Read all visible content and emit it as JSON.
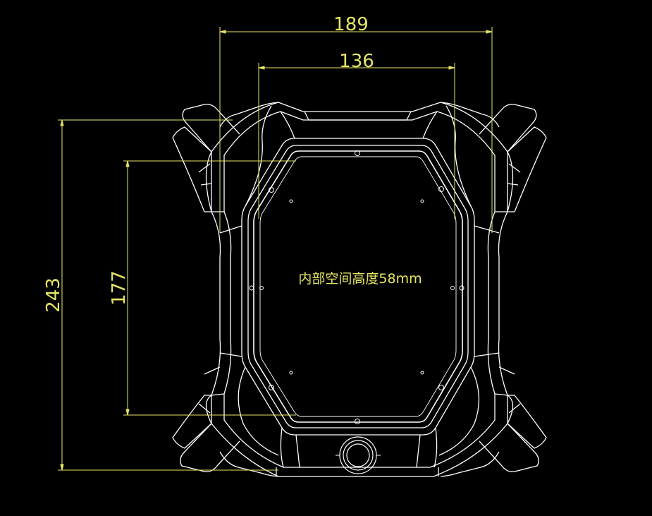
{
  "drawing": {
    "background_color": "#000000",
    "outline_color": "#ffffff",
    "dimension_color": "#e6e663",
    "note_color": "#e6e663"
  },
  "dimensions": {
    "outer_width": "189",
    "inner_width": "136",
    "outer_height": "243",
    "inner_height": "177"
  },
  "annotation": {
    "interior_height_note": "内部空间高度58mm"
  }
}
